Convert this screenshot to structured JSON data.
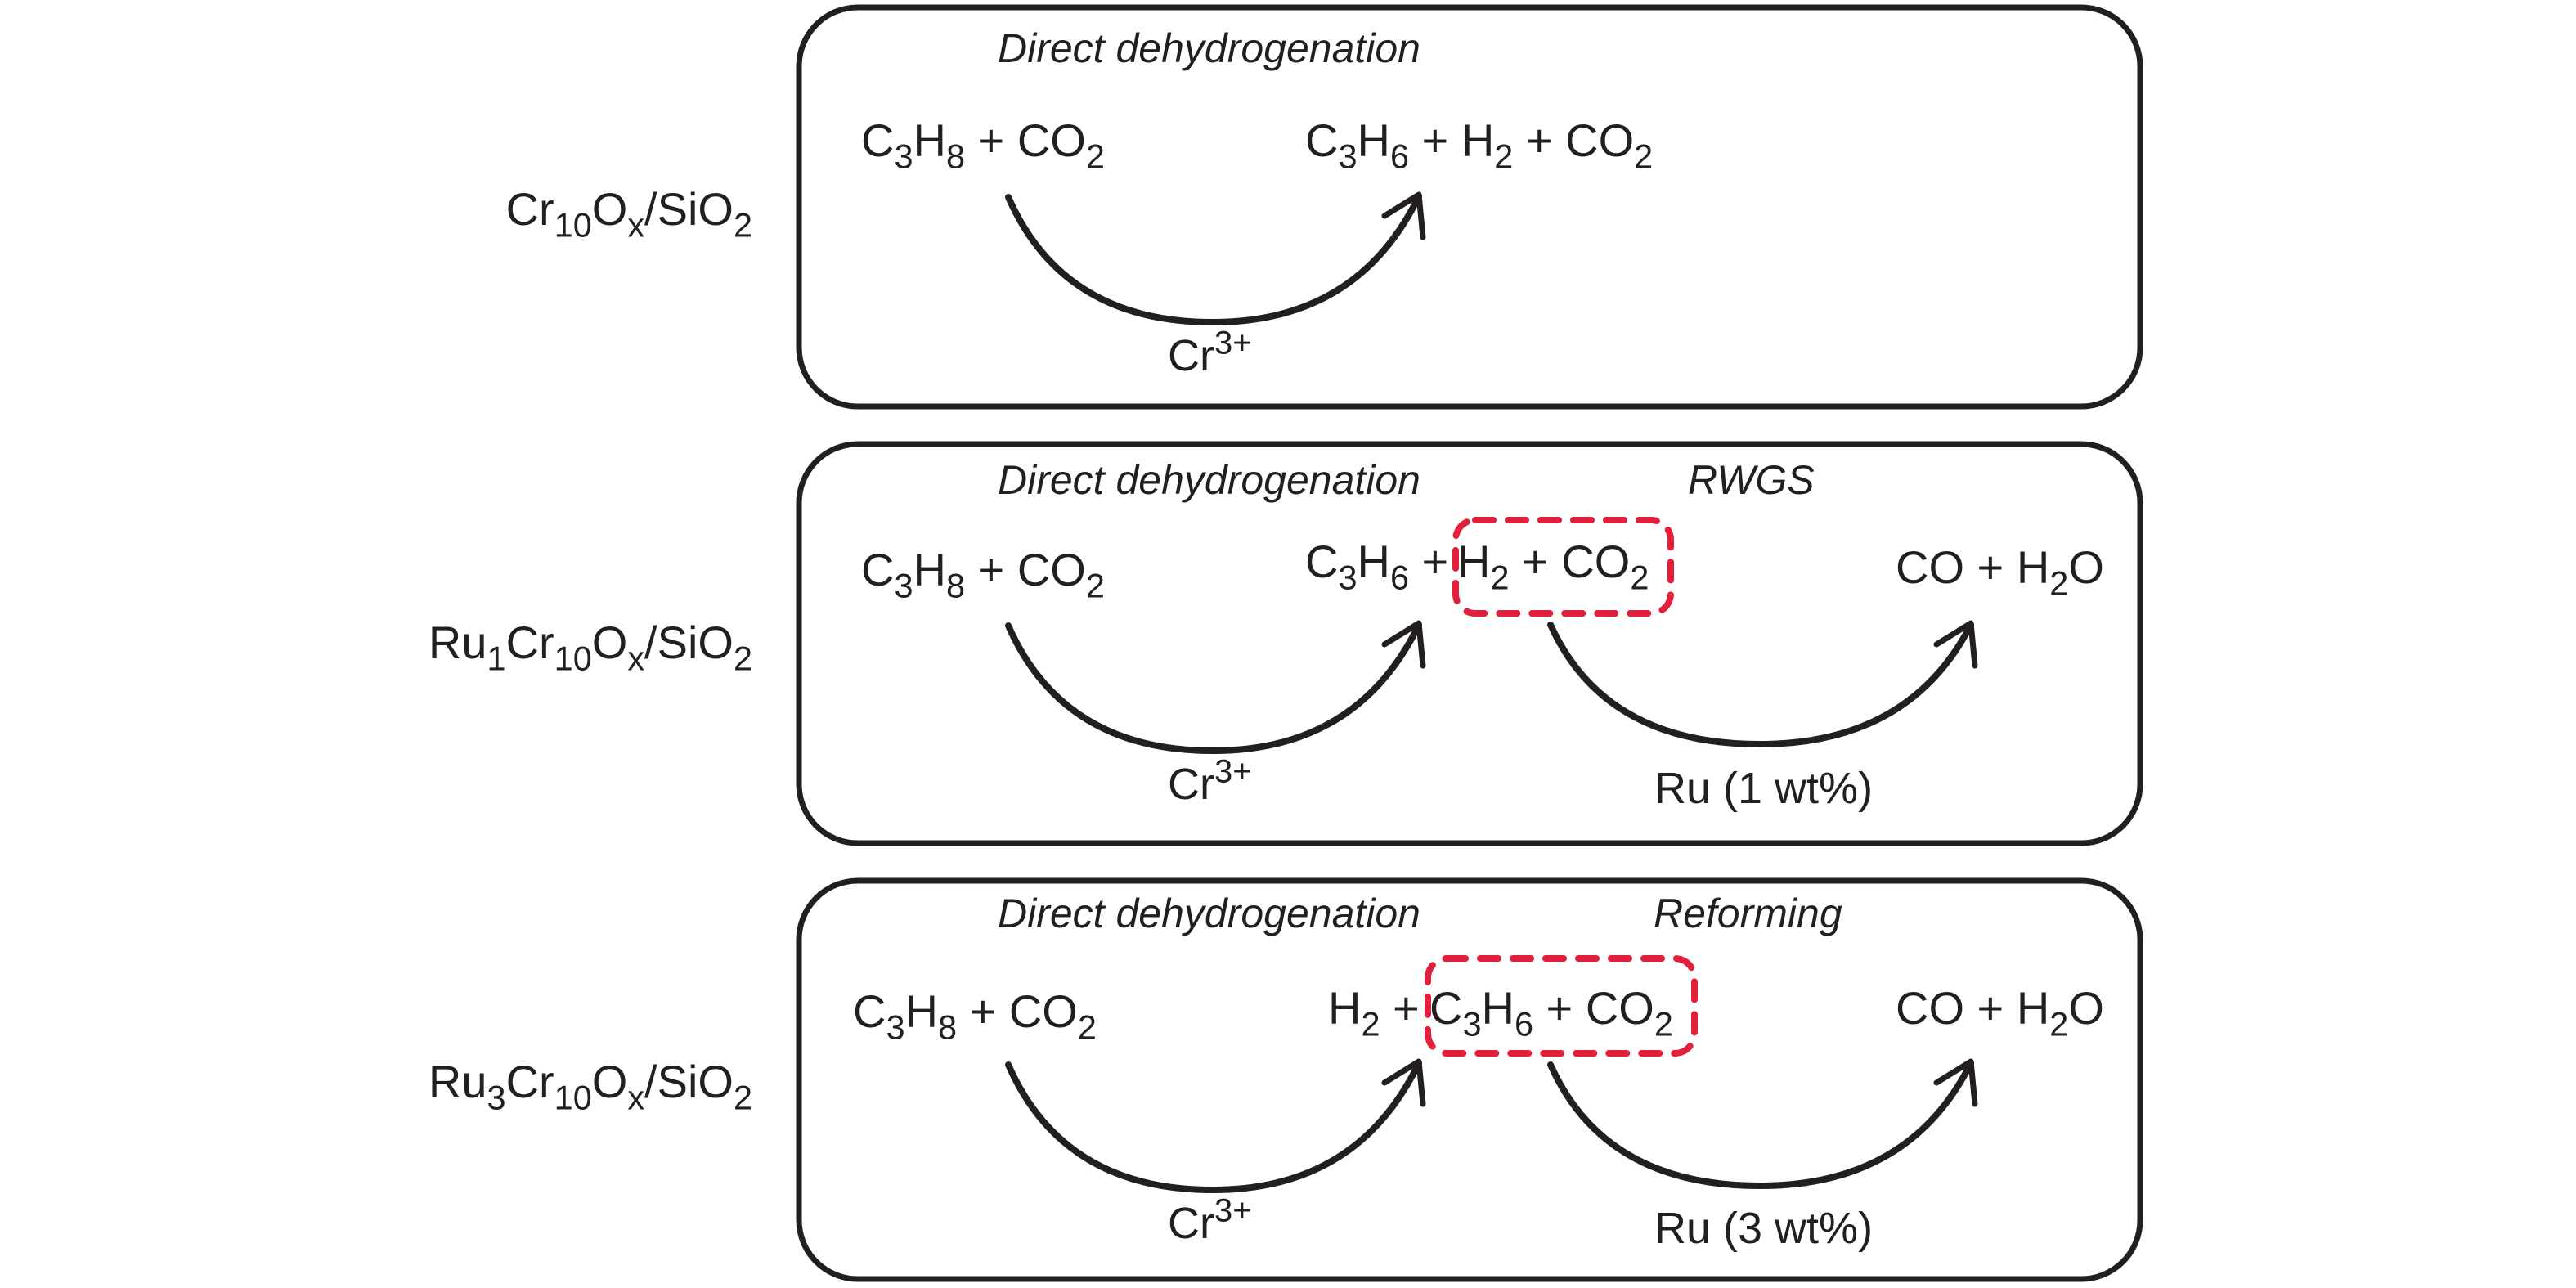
{
  "colors": {
    "ink": "#231f20",
    "highlight": "#e3203b"
  },
  "rows": [
    {
      "catalyst_label": [
        {
          "t": "Cr",
          "s": "n"
        },
        {
          "t": "10",
          "s": "sub"
        },
        {
          "t": "O",
          "s": "n"
        },
        {
          "t": "x",
          "s": "sub"
        },
        {
          "t": "/SiO",
          "s": "n"
        },
        {
          "t": "2",
          "s": "sub"
        }
      ],
      "steps": [
        {
          "title": "Direct dehydrogenation",
          "catalyst": [
            {
              "t": "Cr",
              "s": "n"
            },
            {
              "t": "3+",
              "s": "sup"
            }
          ]
        }
      ],
      "reactants": [
        {
          "t": "C",
          "s": "n"
        },
        {
          "t": "3",
          "s": "sub"
        },
        {
          "t": "H",
          "s": "n"
        },
        {
          "t": "8",
          "s": "sub"
        },
        {
          "t": " + CO",
          "s": "n"
        },
        {
          "t": "2",
          "s": "sub"
        }
      ],
      "intermediate_plain": [
        {
          "t": "C",
          "s": "n"
        },
        {
          "t": "3",
          "s": "sub"
        },
        {
          "t": "H",
          "s": "n"
        },
        {
          "t": "6",
          "s": "sub"
        },
        {
          "t": " + H",
          "s": "n"
        },
        {
          "t": "2",
          "s": "sub"
        },
        {
          "t": " + CO",
          "s": "n"
        },
        {
          "t": "2",
          "s": "sub"
        }
      ],
      "intermediate_boxed": [],
      "final_products": []
    },
    {
      "catalyst_label": [
        {
          "t": "Ru",
          "s": "n"
        },
        {
          "t": "1",
          "s": "sub"
        },
        {
          "t": "Cr",
          "s": "n"
        },
        {
          "t": "10",
          "s": "sub"
        },
        {
          "t": "O",
          "s": "n"
        },
        {
          "t": "x",
          "s": "sub"
        },
        {
          "t": "/SiO",
          "s": "n"
        },
        {
          "t": "2",
          "s": "sub"
        }
      ],
      "steps": [
        {
          "title": "Direct dehydrogenation",
          "catalyst": [
            {
              "t": "Cr",
              "s": "n"
            },
            {
              "t": "3+",
              "s": "sup"
            }
          ]
        },
        {
          "title": "RWGS",
          "catalyst": [
            {
              "t": "Ru (1 wt%)",
              "s": "n"
            }
          ]
        }
      ],
      "reactants": [
        {
          "t": "C",
          "s": "n"
        },
        {
          "t": "3",
          "s": "sub"
        },
        {
          "t": "H",
          "s": "n"
        },
        {
          "t": "8",
          "s": "sub"
        },
        {
          "t": " + CO",
          "s": "n"
        },
        {
          "t": "2",
          "s": "sub"
        }
      ],
      "intermediate_plain": [
        {
          "t": "C",
          "s": "n"
        },
        {
          "t": "3",
          "s": "sub"
        },
        {
          "t": "H",
          "s": "n"
        },
        {
          "t": "6",
          "s": "sub"
        },
        {
          "t": " +",
          "s": "n"
        }
      ],
      "intermediate_boxed": [
        {
          "t": "H",
          "s": "n"
        },
        {
          "t": "2",
          "s": "sub"
        },
        {
          "t": " + CO",
          "s": "n"
        },
        {
          "t": "2",
          "s": "sub"
        }
      ],
      "final_products": [
        {
          "t": "CO + H",
          "s": "n"
        },
        {
          "t": "2",
          "s": "sub"
        },
        {
          "t": "O",
          "s": "n"
        }
      ]
    },
    {
      "catalyst_label": [
        {
          "t": "Ru",
          "s": "n"
        },
        {
          "t": "3",
          "s": "sub"
        },
        {
          "t": "Cr",
          "s": "n"
        },
        {
          "t": "10",
          "s": "sub"
        },
        {
          "t": "O",
          "s": "n"
        },
        {
          "t": "x",
          "s": "sub"
        },
        {
          "t": "/SiO",
          "s": "n"
        },
        {
          "t": "2",
          "s": "sub"
        }
      ],
      "steps": [
        {
          "title": "Direct dehydrogenation",
          "catalyst": [
            {
              "t": "Cr",
              "s": "n"
            },
            {
              "t": "3+",
              "s": "sup"
            }
          ]
        },
        {
          "title": "Reforming",
          "catalyst": [
            {
              "t": "Ru (3 wt%)",
              "s": "n"
            }
          ]
        }
      ],
      "reactants": [
        {
          "t": "C",
          "s": "n"
        },
        {
          "t": "3",
          "s": "sub"
        },
        {
          "t": "H",
          "s": "n"
        },
        {
          "t": "8",
          "s": "sub"
        },
        {
          "t": " + CO",
          "s": "n"
        },
        {
          "t": "2",
          "s": "sub"
        }
      ],
      "intermediate_plain": [
        {
          "t": "H",
          "s": "n"
        },
        {
          "t": "2",
          "s": "sub"
        },
        {
          "t": " +",
          "s": "n"
        }
      ],
      "intermediate_boxed": [
        {
          "t": "C",
          "s": "n"
        },
        {
          "t": "3",
          "s": "sub"
        },
        {
          "t": "H",
          "s": "n"
        },
        {
          "t": "6",
          "s": "sub"
        },
        {
          "t": " + CO",
          "s": "n"
        },
        {
          "t": "2",
          "s": "sub"
        }
      ],
      "final_products": [
        {
          "t": "CO + H",
          "s": "n"
        },
        {
          "t": "2",
          "s": "sub"
        },
        {
          "t": "O",
          "s": "n"
        }
      ]
    }
  ]
}
